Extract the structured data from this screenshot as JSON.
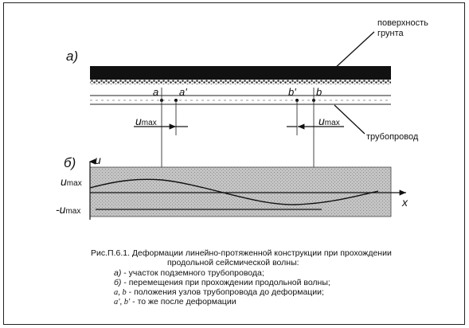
{
  "labels": {
    "panel_a": "а)",
    "panel_b": "б)",
    "surface_line1": "поверхность",
    "surface_line2": "грунта",
    "pipeline": "трубопровод",
    "node_a": "a",
    "node_a_prime": "a'",
    "node_b_prime": "b'",
    "node_b": "b",
    "u_max_left": "u",
    "u_max_right": "u",
    "max_sub": "max",
    "axis_u": "u",
    "axis_x": "x",
    "y_umax": "u",
    "y_neg_umax": "-u"
  },
  "caption": {
    "title_line1": "Рис.П.6.1. Деформации линейно-протяженной конструкции при прохождении",
    "title_line2": "продольной сейсмической волны:",
    "item_a_key": "а)",
    "item_a_text": " - участок подземного трубопровода;",
    "item_b_key": "б)",
    "item_b_text": " - перемещения при прохождении продольной волны;",
    "item_nodes_key": "a, b",
    "item_nodes_text": "  - положения узлов трубопровода до деформации;",
    "item_nodes2_key": "a', b'",
    "item_nodes2_text": "  - то же после деформации"
  },
  "colors": {
    "ink": "#111111",
    "soil_fill": "#111111",
    "plot_fill": "#bdbdbd"
  }
}
